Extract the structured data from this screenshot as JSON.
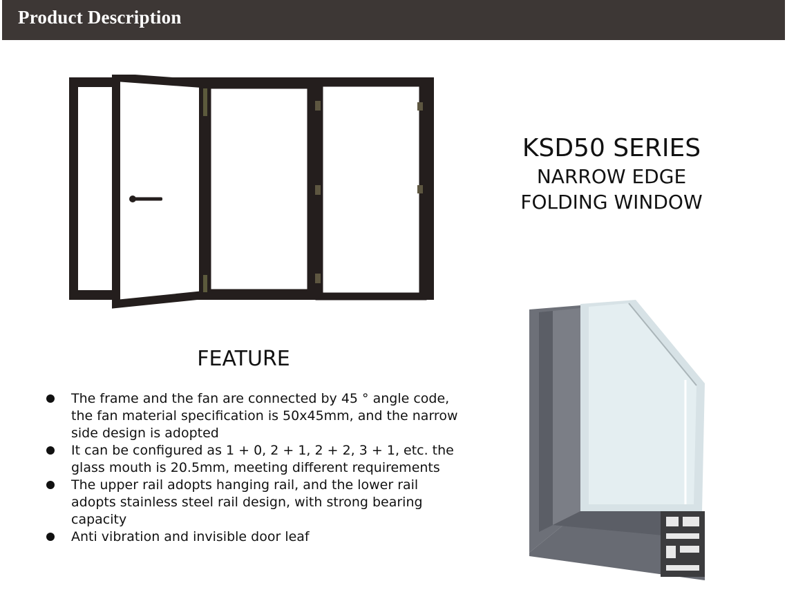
{
  "header": {
    "title": "Product Description",
    "background": "#3d3735"
  },
  "product": {
    "series": "KSD50 SERIES",
    "subtitle_line1": "NARROW EDGE",
    "subtitle_line2": "FOLDING WINDOW"
  },
  "features": {
    "heading": "FEATURE",
    "items": [
      "The frame and the fan are connected by 45 ° angle code, the fan material specification is 50x45mm, and the narrow side design is adopted",
      "It can be configured as 1 + 0, 2 + 1, 2 + 2, 3 + 1, etc. the glass mouth is 20.5mm, meeting different requirements",
      "The upper rail adopts hanging rail, and the lower rail adopts stainless steel rail design, with strong bearing capacity",
      "Anti vibration and invisible door leaf"
    ]
  },
  "images": {
    "window": "folding-window-illustration",
    "profile": "aluminum-profile-cross-section"
  },
  "colors": {
    "frame": "#241e1d",
    "profile": "#70737a",
    "glass": "#d7e2e6"
  }
}
